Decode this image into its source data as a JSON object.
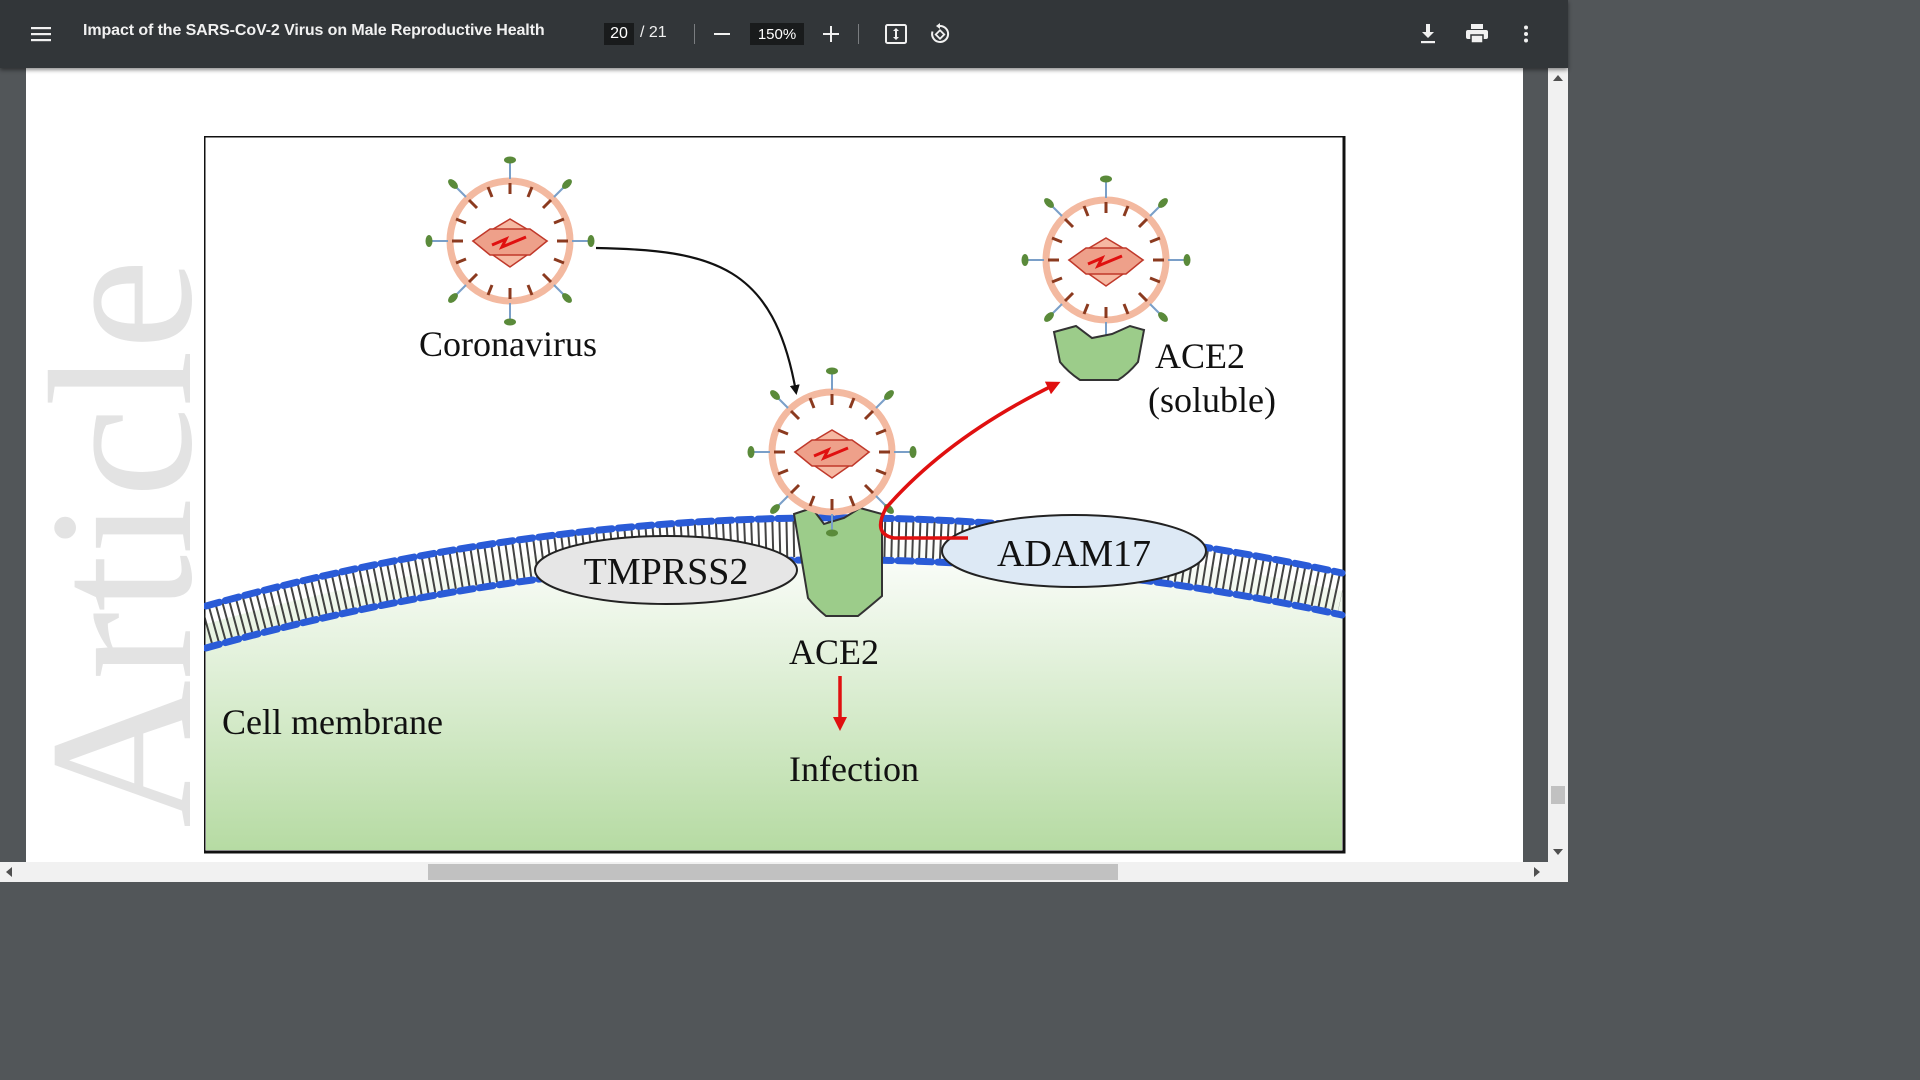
{
  "toolbar": {
    "menu_icon": "hamburger-menu-icon",
    "title": "Impact of the SARS-CoV-2 Virus on Male Reproductive Health",
    "page_current": "20",
    "page_total": "/ 21",
    "zoom_out_icon": "minus-icon",
    "zoom_level": "150%",
    "zoom_in_icon": "plus-icon",
    "fit_icon": "fit-to-page-icon",
    "rotate_icon": "rotate-icon",
    "download_icon": "download-icon",
    "print_icon": "print-icon",
    "more_icon": "more-vertical-icon"
  },
  "document": {
    "watermark": "Article",
    "figure": {
      "label_coronavirus": "Coronavirus",
      "label_ace2_soluble_line1": "ACE2",
      "label_ace2_soluble_line2": "(soluble)",
      "label_tmprss2": "TMPRSS2",
      "label_adam17": "ADAM17",
      "label_ace2": "ACE2",
      "label_infection": "Infection",
      "label_cell_membrane": "Cell membrane"
    }
  },
  "colors": {
    "toolbar_bg": "#323639",
    "viewer_bg": "#525659",
    "virus_envelope": "#f3b9a0",
    "virus_spike": "#8b3a1f",
    "virus_capsid": "#e98a6a",
    "ace2": "#9ccc8a",
    "tmprss2": "#e6e6e6",
    "adam17": "#dde9f5",
    "membrane_head": "#2a5bd7",
    "arrow_red": "#e01010",
    "cytoplasm": "#cfe6c2"
  }
}
